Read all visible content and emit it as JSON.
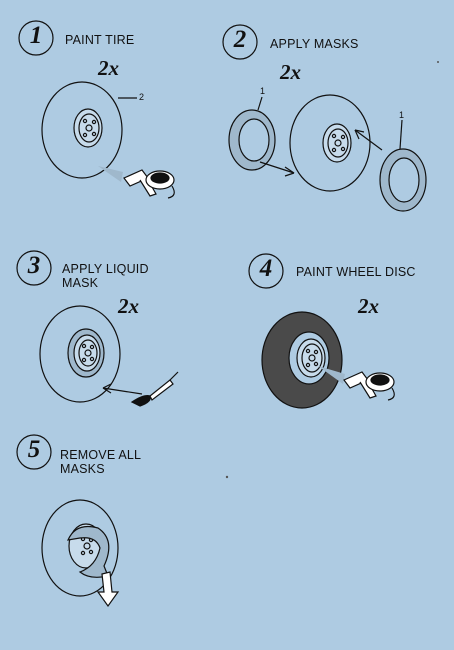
{
  "colors": {
    "background": "#aecbe2",
    "line": "#111111",
    "tire_paint": "#4a4a4a"
  },
  "steps": [
    {
      "number": "1",
      "title": "PAINT TIRE",
      "multiplier": "2x"
    },
    {
      "number": "2",
      "title": "APPLY MASKS",
      "multiplier": "2x"
    },
    {
      "number": "3",
      "title_line1": "APPLY LIQUID",
      "title_line2": "MASK",
      "multiplier": "2x"
    },
    {
      "number": "4",
      "title": "PAINT WHEEL DISC",
      "multiplier": "2x"
    },
    {
      "number": "5",
      "title_line1": "REMOVE ALL",
      "title_line2": "MASKS"
    }
  ],
  "callouts": {
    "tire": "2",
    "mask_left": "1",
    "mask_right": "1"
  },
  "icons": [
    "airbrush-icon",
    "paint-cup-icon",
    "paintbrush-icon",
    "peel-arrow-icon"
  ]
}
